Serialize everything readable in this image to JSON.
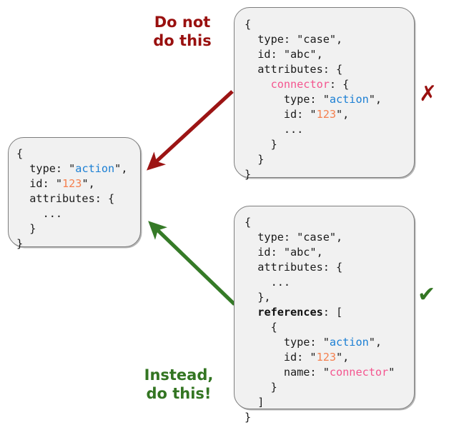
{
  "diagram": {
    "title": "JSON reference modelling: do not nest objects, use references array",
    "colors": {
      "bad": "#99100f",
      "good": "#337522",
      "key_pink": "#f4558f",
      "value_blue": "#1b7fd4",
      "value_orange": "#f5804f",
      "box_background": "#f1f1f1",
      "box_border": "#7d7d7d"
    }
  },
  "annotations": {
    "bad_label": "Do not\ndo this",
    "good_label": "Instead,\ndo this!",
    "bad_mark": "✗",
    "good_mark": "✔"
  },
  "boxes": {
    "bad": {
      "name": "nested-connector-object",
      "lines": [
        [
          {
            "t": "{"
          }
        ],
        [
          {
            "t": "  type: \"",
            "c": "plain"
          },
          {
            "t": "case",
            "c": "plain"
          },
          {
            "t": "\",",
            "c": "plain"
          }
        ],
        [
          {
            "t": "  id: \"abc\",",
            "c": "plain"
          }
        ],
        [
          {
            "t": "  attributes: {",
            "c": "plain"
          }
        ],
        [
          {
            "t": "    ",
            "c": "plain"
          },
          {
            "t": "connector",
            "c": "pink"
          },
          {
            "t": ": {",
            "c": "plain"
          }
        ],
        [
          {
            "t": "      type: \"",
            "c": "plain"
          },
          {
            "t": "action",
            "c": "blue"
          },
          {
            "t": "\",",
            "c": "plain"
          }
        ],
        [
          {
            "t": "      id: \"",
            "c": "plain"
          },
          {
            "t": "123",
            "c": "orange"
          },
          {
            "t": "\",",
            "c": "plain"
          }
        ],
        [
          {
            "t": "      ...",
            "c": "plain"
          }
        ],
        [
          {
            "t": "    }",
            "c": "plain"
          }
        ],
        [
          {
            "t": "  }",
            "c": "plain"
          }
        ],
        [
          {
            "t": "}",
            "c": "plain"
          }
        ]
      ]
    },
    "good": {
      "name": "references-array-object",
      "lines": [
        [
          {
            "t": "{"
          }
        ],
        [
          {
            "t": "  type: \"case\",",
            "c": "plain"
          }
        ],
        [
          {
            "t": "  id: \"abc\",",
            "c": "plain"
          }
        ],
        [
          {
            "t": "  attributes: {",
            "c": "plain"
          }
        ],
        [
          {
            "t": "    ...",
            "c": "plain"
          }
        ],
        [
          {
            "t": "  },",
            "c": "plain"
          }
        ],
        [
          {
            "t": "  ",
            "c": "plain"
          },
          {
            "t": "references",
            "c": "bold"
          },
          {
            "t": ": [",
            "c": "plain"
          }
        ],
        [
          {
            "t": "    {",
            "c": "plain"
          }
        ],
        [
          {
            "t": "      type: \"",
            "c": "plain"
          },
          {
            "t": "action",
            "c": "blue"
          },
          {
            "t": "\",",
            "c": "plain"
          }
        ],
        [
          {
            "t": "      id: \"",
            "c": "plain"
          },
          {
            "t": "123",
            "c": "orange"
          },
          {
            "t": "\",",
            "c": "plain"
          }
        ],
        [
          {
            "t": "      name: \"",
            "c": "plain"
          },
          {
            "t": "connector",
            "c": "pink"
          },
          {
            "t": "\"",
            "c": "plain"
          }
        ],
        [
          {
            "t": "    }",
            "c": "plain"
          }
        ],
        [
          {
            "t": "  ]",
            "c": "plain"
          }
        ],
        [
          {
            "t": "}",
            "c": "plain"
          }
        ]
      ]
    },
    "target": {
      "name": "referenced-action-object",
      "lines": [
        [
          {
            "t": "{"
          }
        ],
        [
          {
            "t": "  type: \"",
            "c": "plain"
          },
          {
            "t": "action",
            "c": "blue"
          },
          {
            "t": "\",",
            "c": "plain"
          }
        ],
        [
          {
            "t": "  id: \"",
            "c": "plain"
          },
          {
            "t": "123",
            "c": "orange"
          },
          {
            "t": "\",",
            "c": "plain"
          }
        ],
        [
          {
            "t": "  attributes: {",
            "c": "plain"
          }
        ],
        [
          {
            "t": "    ...",
            "c": "plain"
          }
        ],
        [
          {
            "t": "  }",
            "c": "plain"
          }
        ],
        [
          {
            "t": "}",
            "c": "plain"
          }
        ]
      ]
    }
  }
}
